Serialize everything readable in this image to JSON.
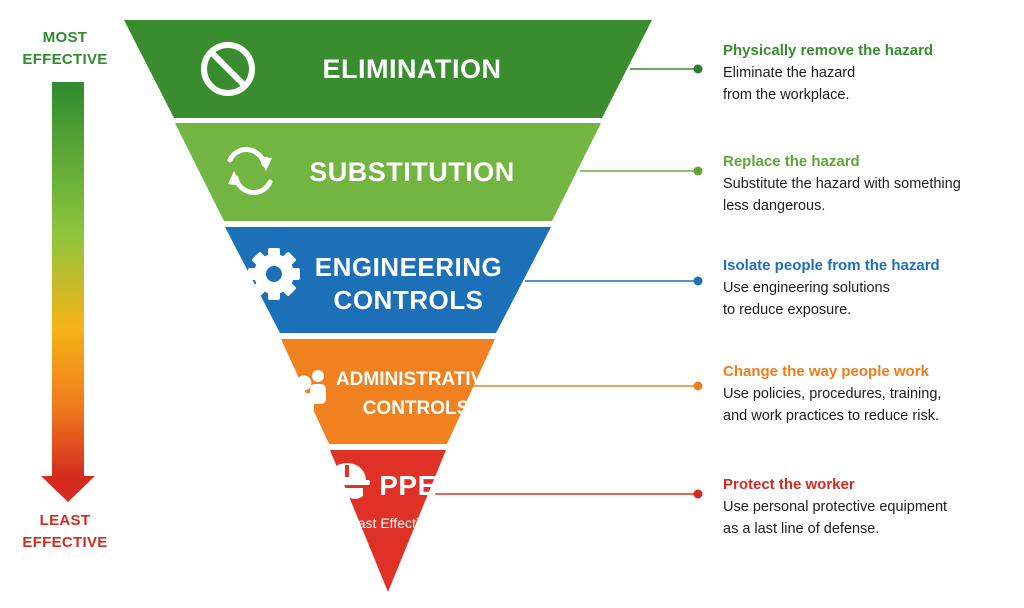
{
  "scale": {
    "top_label": [
      "MOST",
      "EFFECTIVE"
    ],
    "bottom_label": [
      "LEAST",
      "EFFECTIVE"
    ],
    "top_color": "#2e8b2e",
    "bottom_color": "#d42a20"
  },
  "layers": [
    {
      "id": "elimination",
      "title_lines": [
        "ELIMINATION"
      ],
      "subtitle": "",
      "icon": "prohibited-icon",
      "color": "#3a8d2f",
      "heading": "Physically remove the hazard",
      "heading_color": "#3a8d2f",
      "description_lines": [
        "Eliminate the hazard",
        "from the workplace."
      ]
    },
    {
      "id": "substitution",
      "title_lines": [
        "SUBSTITUTION"
      ],
      "subtitle": "",
      "icon": "refresh-arrows-icon",
      "color": "#72b541",
      "heading": "Replace the hazard",
      "heading_color": "#5ea636",
      "description_lines": [
        "Substitute the hazard with something",
        "less dangerous."
      ]
    },
    {
      "id": "engineering",
      "title_lines": [
        "ENGINEERING",
        "CONTROLS"
      ],
      "subtitle": "",
      "icon": "gear-icon",
      "color": "#1c70b8",
      "heading": "Isolate people from the hazard",
      "heading_color": "#1c70b8",
      "description_lines": [
        "Use engineering solutions",
        "to reduce exposure."
      ]
    },
    {
      "id": "administrative",
      "title_lines": [
        "ADMINISTRATIVE",
        "CONTROLS"
      ],
      "subtitle": "",
      "icon": "people-group-icon",
      "color": "#f1801f",
      "heading": "Change the way people work",
      "heading_color": "#ee7d1a",
      "description_lines": [
        "Use policies, procedures, training,",
        "and work practices to reduce risk."
      ]
    },
    {
      "id": "ppe",
      "title_lines": [
        "PPE"
      ],
      "subtitle": "Least Effective",
      "icon": "hard-hat-goggles-icon",
      "color": "#e03127",
      "heading": "Protect the worker",
      "heading_color": "#d42a20",
      "description_lines": [
        "Use personal protective equipment",
        "as a last line of defense."
      ]
    }
  ]
}
